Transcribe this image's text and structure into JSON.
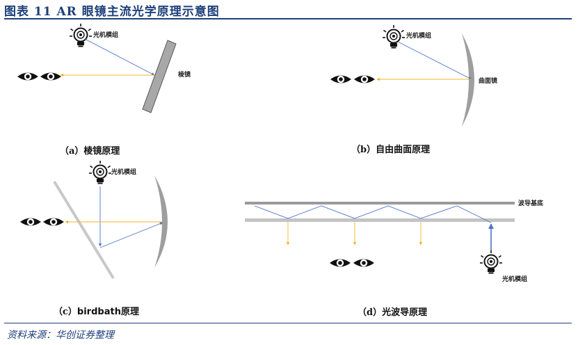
{
  "title": "图表 11   AR 眼镜主流光学原理示意图",
  "source": "资料来源：华创证券整理",
  "panels": {
    "a": {
      "caption": "（a）棱镜原理",
      "projector_label": "光机模组",
      "element_label": "棱镜"
    },
    "b": {
      "caption": "（b）自由曲面原理",
      "projector_label": "光机模组",
      "element_label": "曲面镜"
    },
    "c": {
      "caption_prefix": "（c）",
      "caption_en": "birdbath",
      "caption_suffix": "原理",
      "projector_label": "光机模组"
    },
    "d": {
      "caption": "（d）光波导原理",
      "substrate_label": "波导基底",
      "projector_label": "光机模组"
    }
  },
  "colors": {
    "blue_ray": "#4a73c4",
    "yellow_ray": "#f0b429",
    "mirror_gray": "#9e9e9e",
    "title_blue": "#1c3f7a"
  },
  "icons": [
    "projector-icon",
    "eye-icon"
  ]
}
